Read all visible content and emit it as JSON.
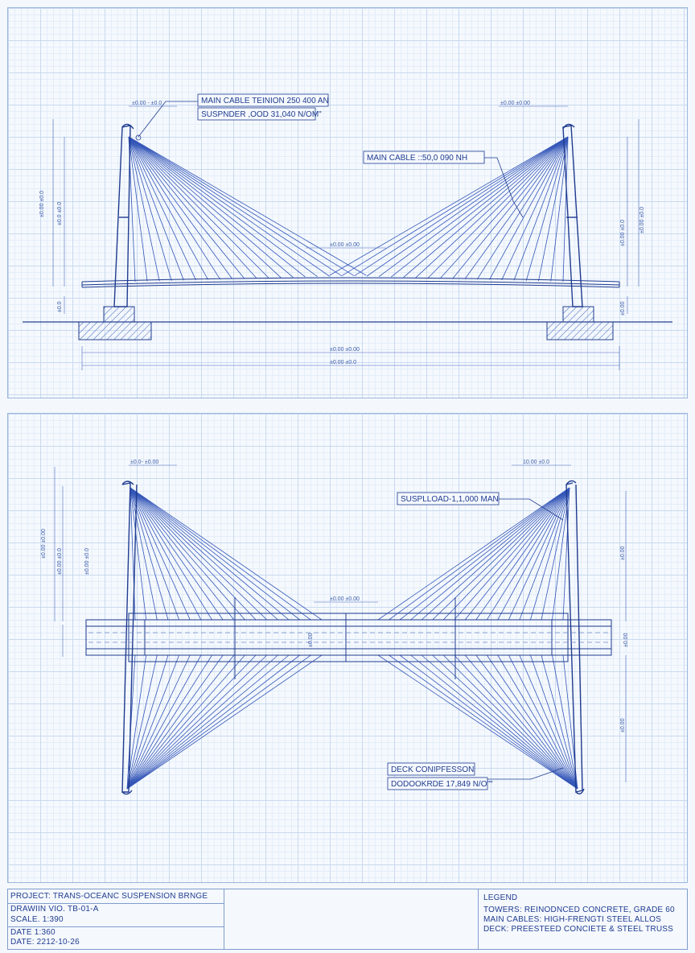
{
  "elevation": {
    "label_main_tension": "MAIN CABLE TEINION 250 400 AN",
    "label_suspender_load": "SUSPNDER ,OOD 31,040 N/OM\"",
    "label_main_cable": "MAIN CABLE ::50,0 090 NH",
    "dim_top_left": "±0.00 - ±0.0",
    "dim_top_right": "±0.00 ±0.00",
    "dim_mid_span": "±0.00 ±0.00",
    "dim_bottom_1": "±0.00 ±0.00",
    "dim_bottom_2": "±0.00 ±0.0",
    "dim_left_vert_1": "±0.00 ±0.0",
    "dim_left_vert_2": "±0.0 ±0.0",
    "dim_right_vert_1": "±0.00 ±0.0",
    "dim_right_vert_2": "±0.00 ±0.0",
    "dim_left_low": "±0.0",
    "dim_right_low": "±0.00"
  },
  "plan": {
    "label_supp_load": "SUSPLLOAD-1,1,000 MAN",
    "label_deck_compression": "DECK CONIPFESSON",
    "label_deck_load": "DODOOKRDE 17,849 N/O\"\"",
    "dim_top_left": "±0.0- ±0.00",
    "dim_top_right": "10.00 ±0.0",
    "dim_mid_span": "±0.00 ±0.00",
    "dim_left_vert_1": "±0.00 ±0.00",
    "dim_left_vert_2": "±0.00 ±0.0",
    "dim_left_vert_3": "±0.00 ±0.0",
    "dim_right_vert_1": "±0.00",
    "dim_right_vert_2": "±0.00",
    "dim_deck_a": "±0.00",
    "dim_deck_b": "±0.00"
  },
  "title_block": {
    "project": "PROJECT: TRANS-OCEANC SUSPENSION BRNGE",
    "drawing_no": "DRAWIIN VIO. TB-01-A",
    "scale": "SCALE.   1:390",
    "date_1": "DATE 1:360",
    "date_2": "DATE: 2212-10-26",
    "legend_title": "LEGEND",
    "legend_towers": "TOWERS: REINODNCED CONCRETE, GRADE 60",
    "legend_cables": "MAIN CABLES: HIGH-FRENGTI STEEL ALLOS",
    "legend_deck": "DECK: PREESTEED CONCIETE & STEEL TRUSS"
  },
  "colors": {
    "ink": "#1f3b8f",
    "line": "#2a4fb3",
    "paper": "#f5f9fe",
    "grid": "#c9d9ef"
  }
}
